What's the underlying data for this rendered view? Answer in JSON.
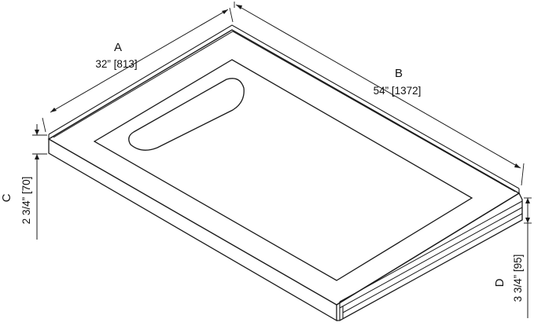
{
  "dimensions": {
    "a": {
      "letter": "A",
      "value": "32” [813]"
    },
    "b": {
      "letter": "B",
      "value": "54” [1372]"
    },
    "c": {
      "letter": "C",
      "value": "2 3/4” [70]"
    },
    "d": {
      "letter": "D",
      "value": "3 3/4” [95]"
    }
  },
  "colors": {
    "line": "#1a1a1a",
    "background": "#ffffff"
  }
}
